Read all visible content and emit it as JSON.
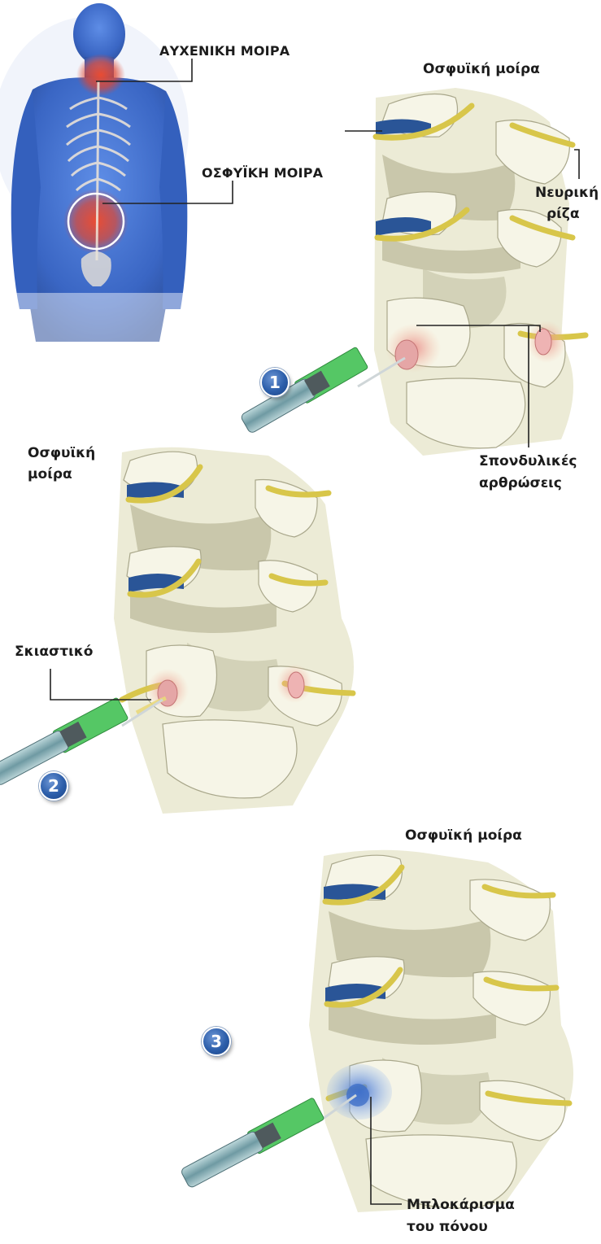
{
  "body_figure": {
    "cervical_label": "ΑΥΧΕΝΙΚΗ ΜΟΙΡΑ",
    "lumbar_label": "ΟΣΦΥΪΚΗ ΜΟΙΡΑ"
  },
  "panel1": {
    "title": "Οσφυϊκή μοίρα",
    "step": "1",
    "nerve_root_line1": "Νευρική",
    "nerve_root_line2": "ρίζα",
    "facet_line1": "Σπονδυλικές",
    "facet_line2": "αρθρώσεις"
  },
  "panel2": {
    "title_line1": "Οσφυϊκή",
    "title_line2": "μοίρα",
    "step": "2",
    "contrast_label": "Σκιαστικό"
  },
  "panel3": {
    "title": "Οσφυϊκή μοίρα",
    "step": "3",
    "block_line1": "Μπλοκάρισμα",
    "block_line2": "του πόνου"
  },
  "colors": {
    "bone": "#ecebd6",
    "bone_shadow": "#c9c7ab",
    "nerve": "#d8c64a",
    "disc_blue": "#2a5597",
    "body_blue": "#3f6fcf",
    "pain_red": "#e0452e",
    "needle_green": "#55c765",
    "syringe": "#7fa6ad",
    "block_blue": "#5d8fdf"
  }
}
